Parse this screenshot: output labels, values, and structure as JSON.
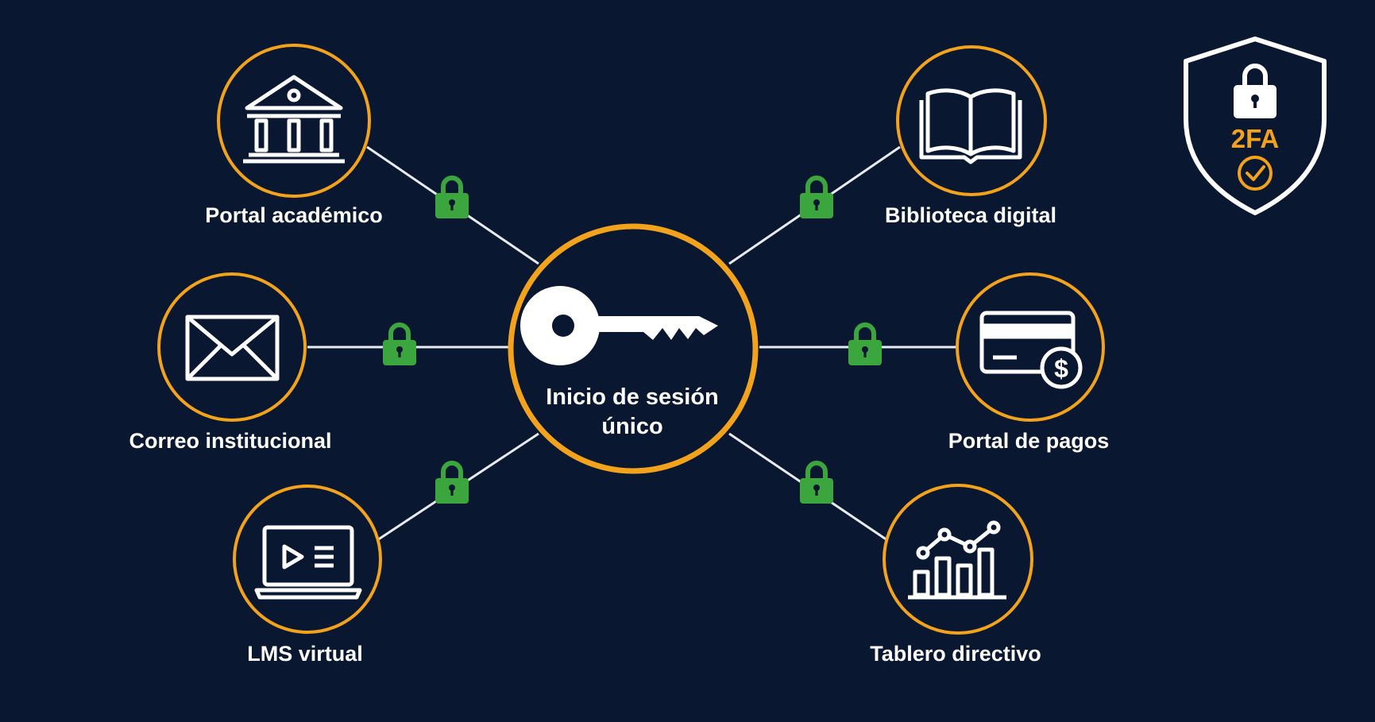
{
  "colors": {
    "background": "#0a1730",
    "accent": "#f2a31b",
    "icon": "#ffffff",
    "lock": "#3aa63d",
    "line": "#e8ecf2"
  },
  "center": {
    "title_line1": "Inicio de sesión",
    "title_line2": "único",
    "icon": "key-icon"
  },
  "nodes": [
    {
      "id": "portal-academico",
      "label": "Portal académico",
      "icon": "bank-icon"
    },
    {
      "id": "correo-institucional",
      "label": "Correo institucional",
      "icon": "envelope-icon"
    },
    {
      "id": "lms-virtual",
      "label": "LMS virtual",
      "icon": "video-laptop-icon"
    },
    {
      "id": "biblioteca-digital",
      "label": "Biblioteca digital",
      "icon": "book-icon"
    },
    {
      "id": "portal-pagos",
      "label": "Portal de pagos",
      "icon": "card-payment-icon"
    },
    {
      "id": "tablero-directivo",
      "label": "Tablero directivo",
      "icon": "chart-icon"
    }
  ],
  "badge": {
    "text": "2FA",
    "icon": "shield-lock-icon"
  }
}
